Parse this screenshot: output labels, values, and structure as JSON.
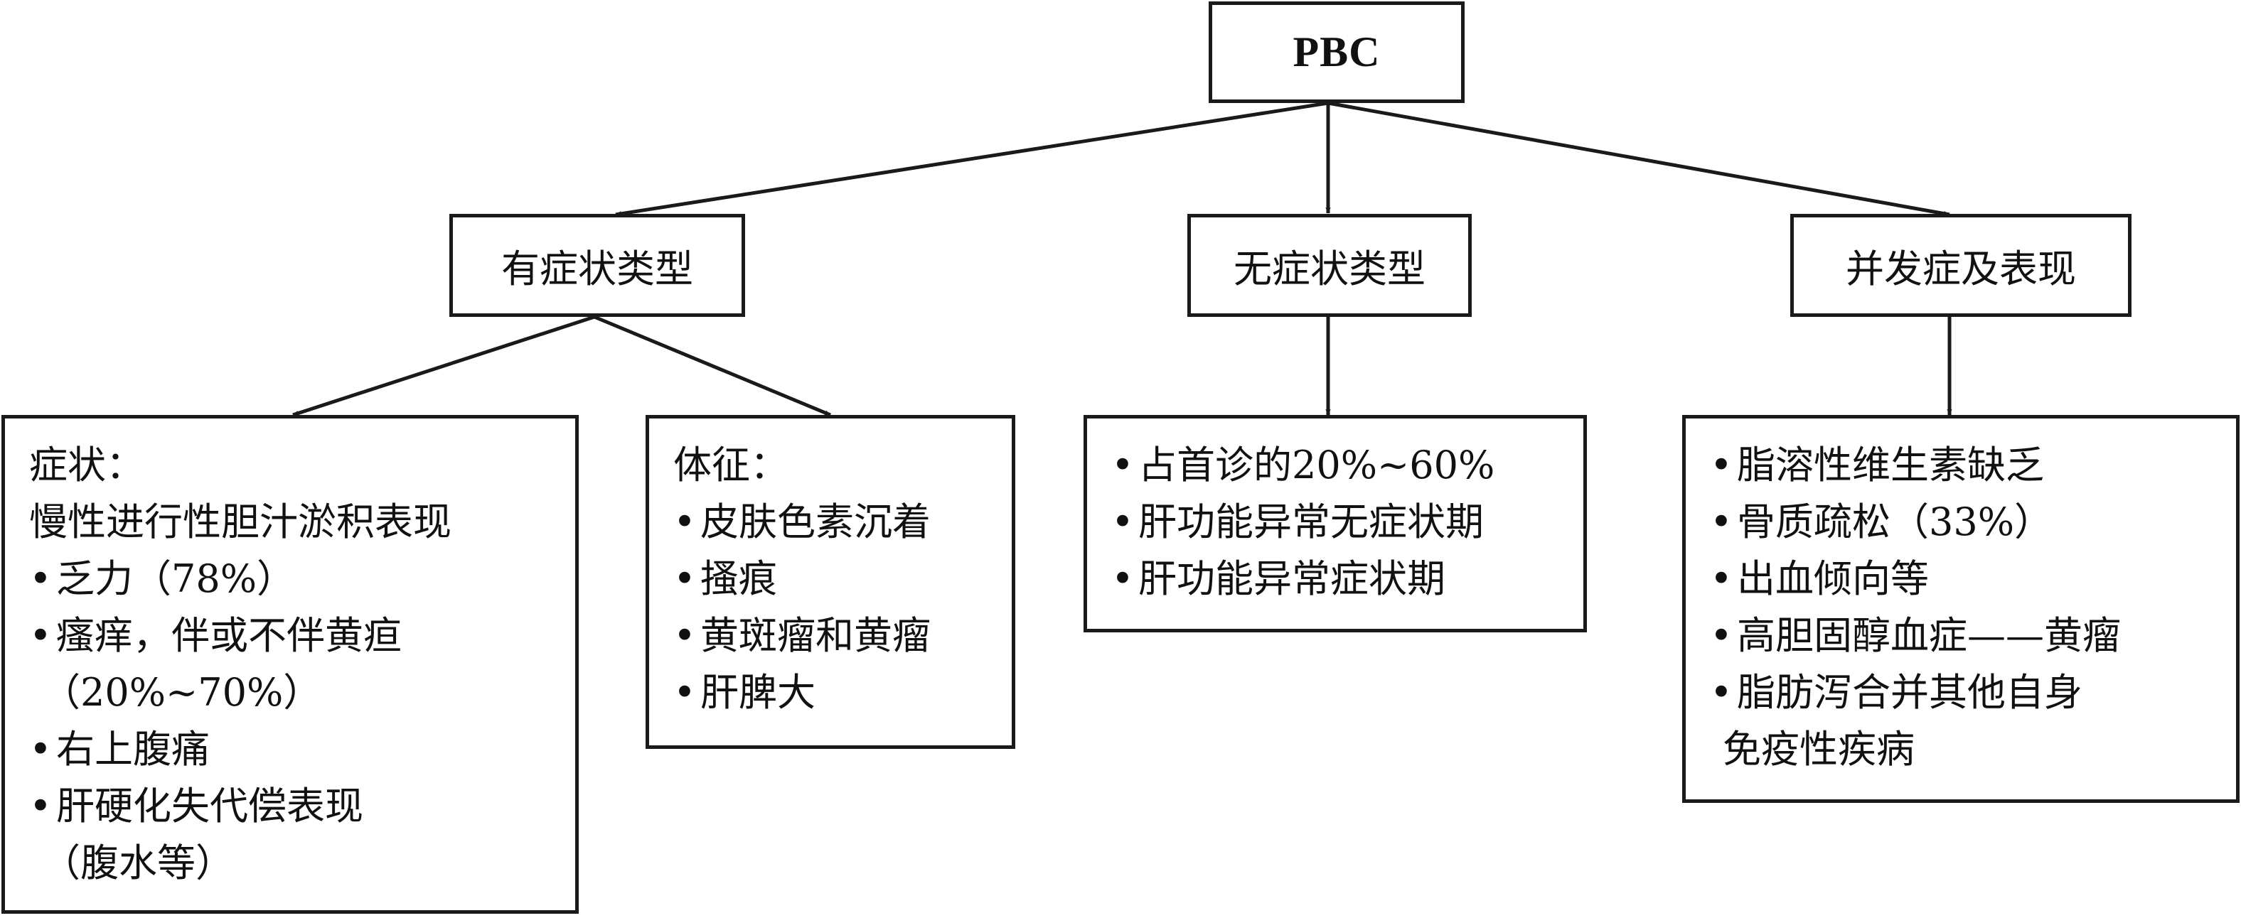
{
  "root": {
    "label": "PBC"
  },
  "categories": {
    "symptomatic": {
      "label": "有症状类型"
    },
    "asymptomatic": {
      "label": "无症状类型"
    },
    "complications": {
      "label": "并发症及表现"
    }
  },
  "symptoms": {
    "heading": "症状：",
    "subheading": "慢性进行性胆汁淤积表现",
    "items": [
      "乏力（78%）",
      "瘙痒，伴或不伴黄疸",
      "（20%~70%）",
      "右上腹痛",
      "肝硬化失代偿表现",
      "（腹水等）"
    ]
  },
  "signs": {
    "heading": "体征：",
    "items": [
      "皮肤色素沉着",
      "搔痕",
      "黄斑瘤和黄瘤",
      "肝脾大"
    ]
  },
  "asymptomatic_details": {
    "items": [
      "占首诊的20%~60%",
      "肝功能异常无症状期",
      "肝功能异常症状期"
    ]
  },
  "complication_details": {
    "items": [
      "脂溶性维生素缺乏",
      "骨质疏松（33%）",
      "出血倾向等",
      "高胆固醇血症——黄瘤",
      "脂肪泻合并其他自身",
      "免疫性疾病"
    ]
  }
}
